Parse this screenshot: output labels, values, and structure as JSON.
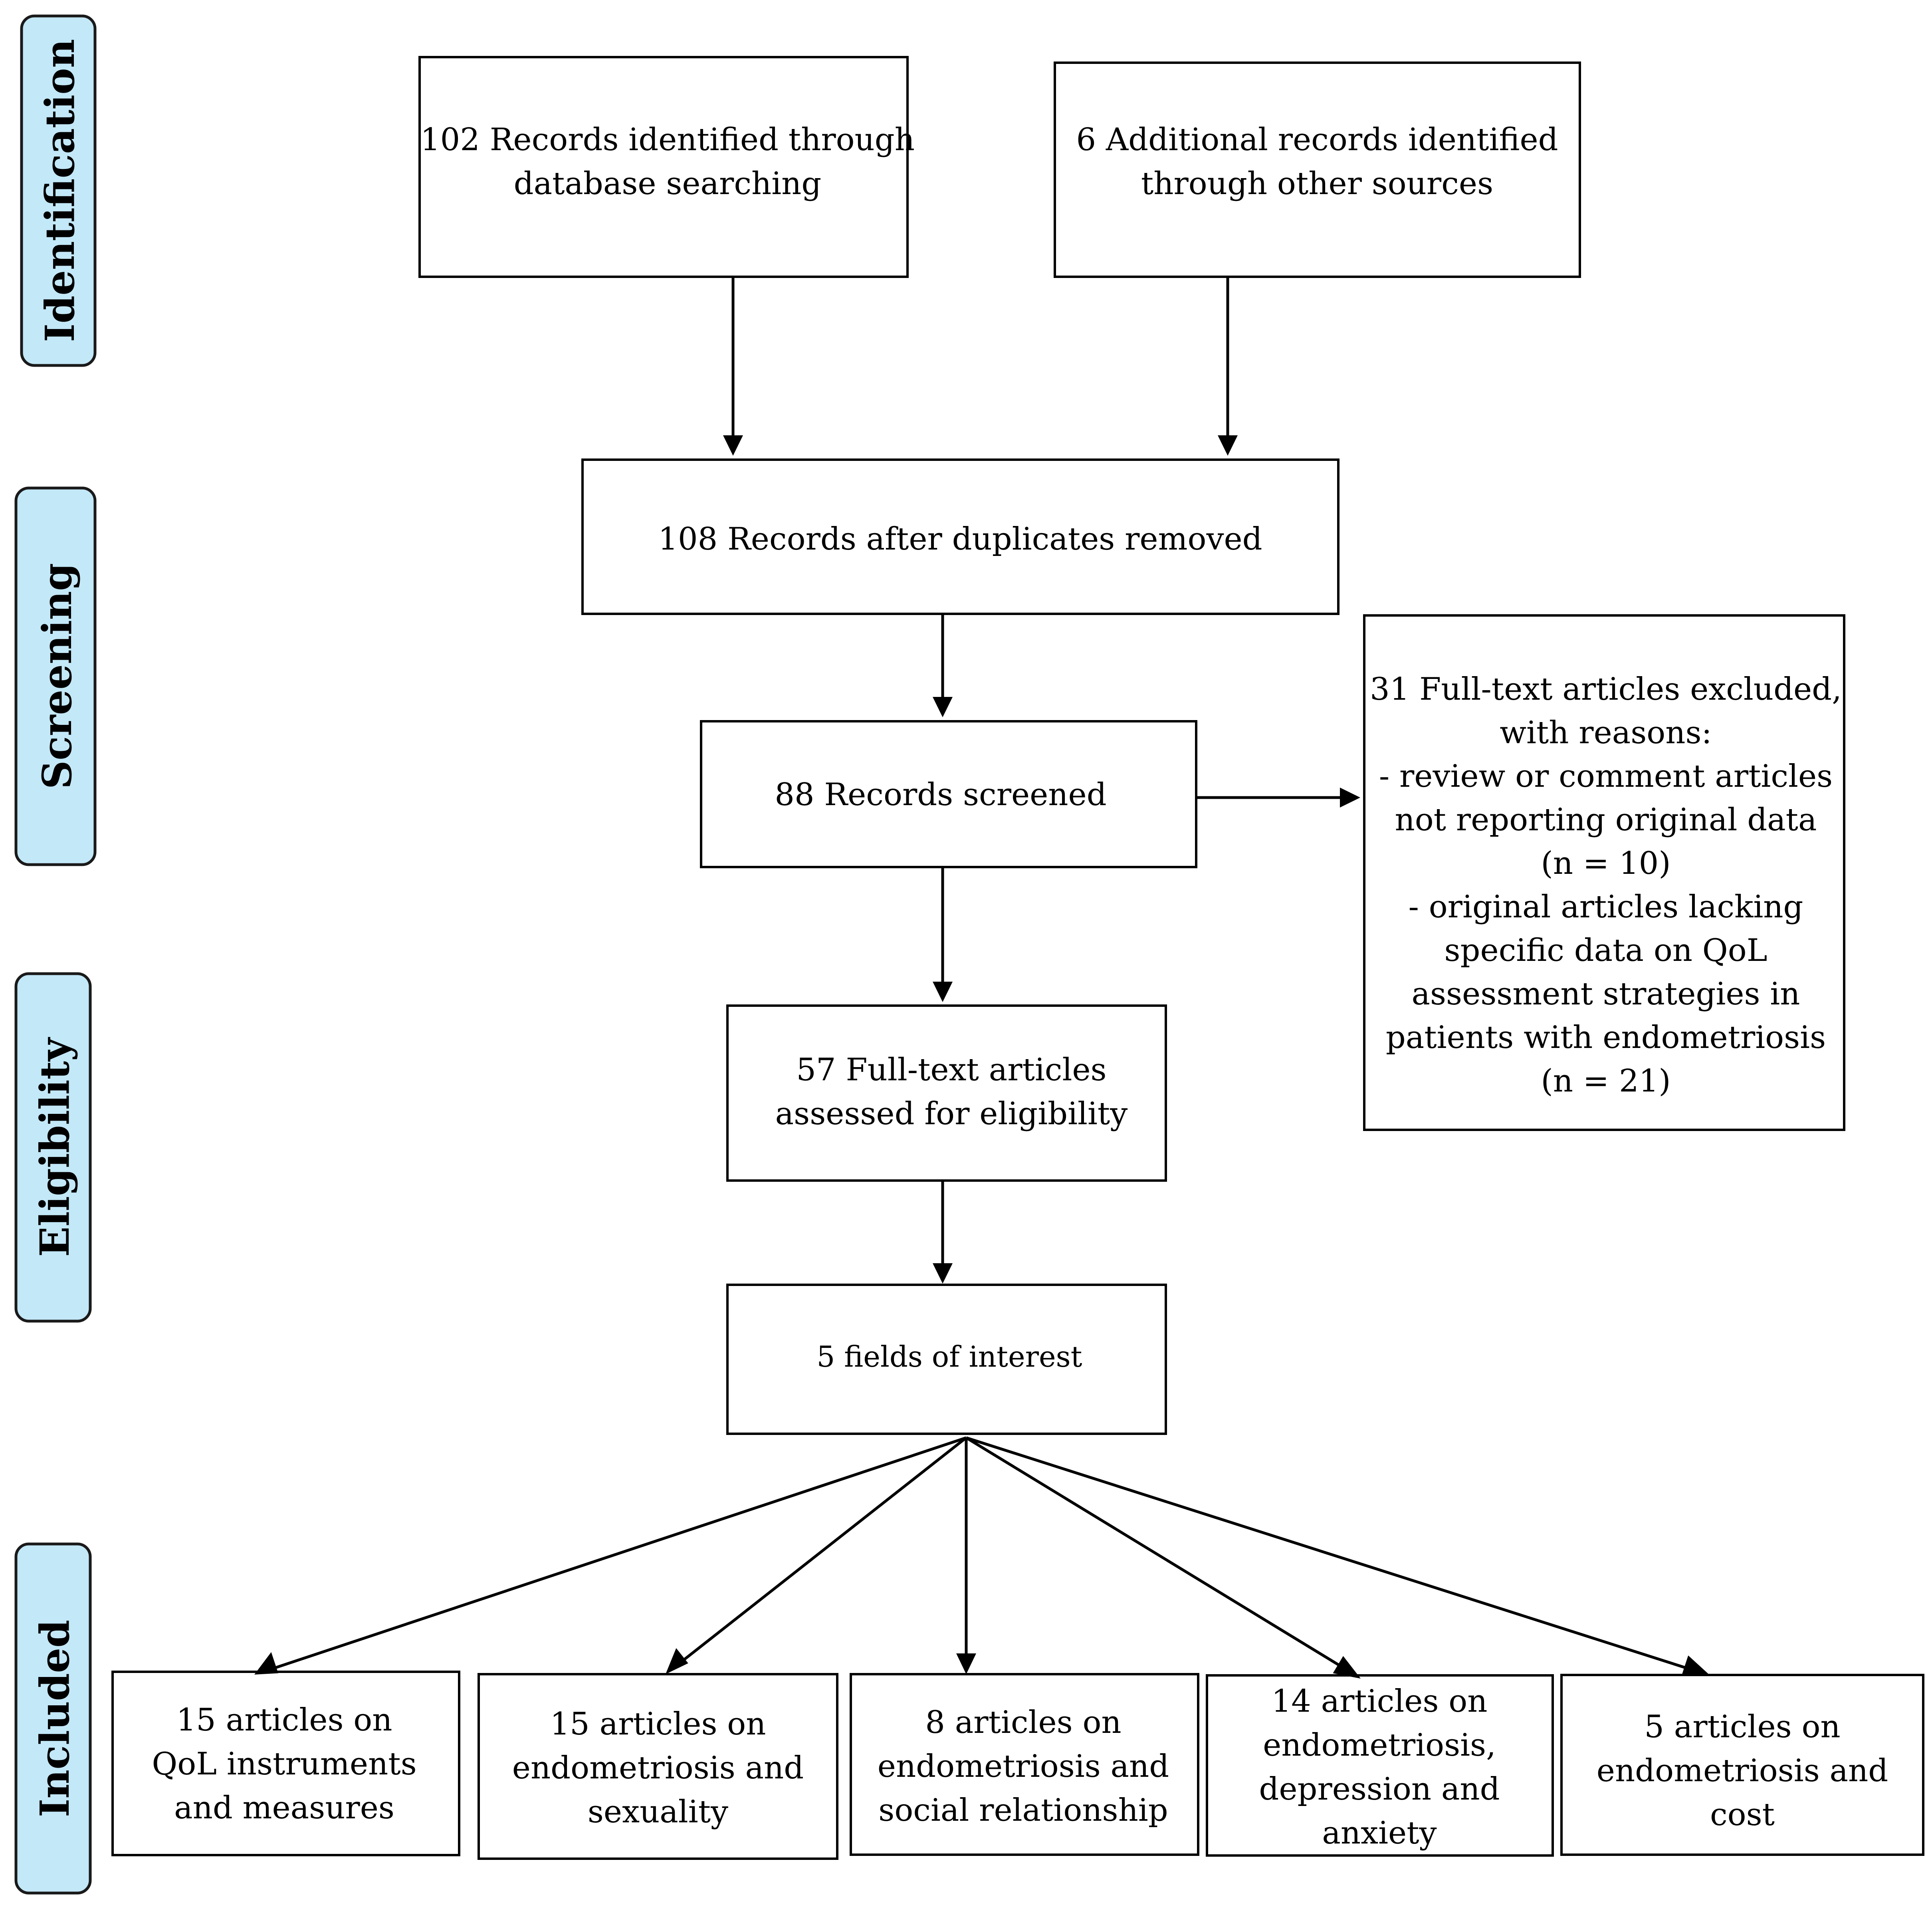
{
  "stages": [
    {
      "id": "identification",
      "label": "Identification"
    },
    {
      "id": "screening",
      "label": "Screening"
    },
    {
      "id": "eligibility",
      "label": "Eligibility"
    },
    {
      "id": "included",
      "label": "Included"
    }
  ],
  "boxes": {
    "database_records": {
      "lines": [
        "102 Records identified through",
        "database searching"
      ]
    },
    "other_records": {
      "lines": [
        "6 Additional records identified",
        "through other sources"
      ]
    },
    "after_duplicates": {
      "lines": [
        "108 Records after duplicates removed"
      ]
    },
    "screened": {
      "lines": [
        "88  Records screened"
      ]
    },
    "excluded": {
      "lines": [
        "31 Full-text articles excluded,",
        "with reasons:",
        "- review or comment articles",
        "not reporting original data",
        "(n = 10)",
        "- original articles lacking",
        "specific data on QoL",
        "assessment strategies in",
        "patients with endometriosis",
        "(n = 21)"
      ]
    },
    "eligibility": {
      "lines": [
        "57 Full-text articles",
        "assessed for eligibility"
      ]
    },
    "fields": {
      "lines": [
        "5 fields of interest"
      ]
    },
    "qol": {
      "lines": [
        "15 articles on",
        "QoL instruments",
        "and measures"
      ]
    },
    "sexuality": {
      "lines": [
        "15 articles on",
        "endometriosis and",
        "sexuality"
      ]
    },
    "social": {
      "lines": [
        "8 articles on",
        "endometriosis and",
        "social relationship"
      ]
    },
    "depression": {
      "lines": [
        "14 articles on",
        "endometriosis,",
        "depression and",
        "anxiety"
      ]
    },
    "cost": {
      "lines": [
        "5 articles on",
        "endometriosis and",
        "cost"
      ]
    }
  },
  "colors": {
    "stage_fill": "#c3e8f8",
    "line": "#000000"
  }
}
